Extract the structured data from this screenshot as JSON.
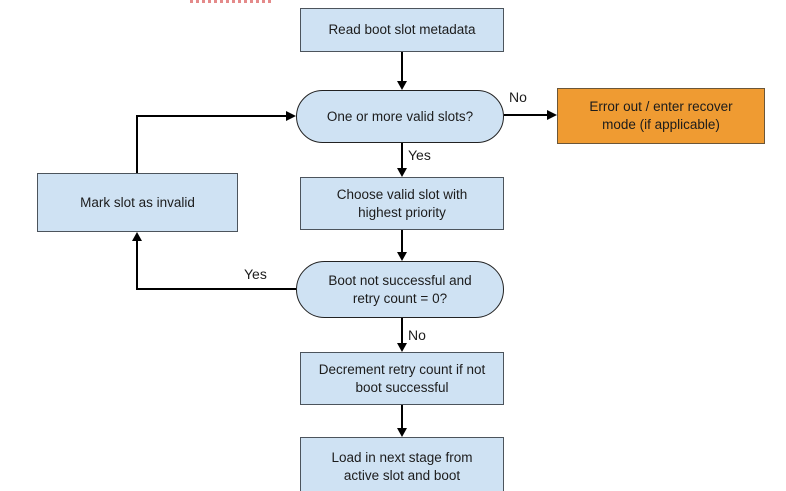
{
  "diagram": {
    "nodes": {
      "read_metadata": {
        "label": "Read boot slot metadata"
      },
      "valid_slots": {
        "label": "One or more valid slots?"
      },
      "error_out": {
        "label": "Error out / enter recover mode (if applicable)"
      },
      "choose_slot": {
        "label": "Choose valid slot with highest priority"
      },
      "boot_check": {
        "label": "Boot not successful and retry count = 0?"
      },
      "mark_invalid": {
        "label": "Mark slot as invalid"
      },
      "decrement": {
        "label": "Decrement retry count if not boot successful"
      },
      "load_stage": {
        "label": "Load in next stage from active slot and boot"
      }
    },
    "edge_labels": {
      "no_to_error": "No",
      "yes_to_choose": "Yes",
      "yes_to_invalid": "Yes",
      "no_to_decrement": "No"
    },
    "colors": {
      "process_fill": "#cfe2f3",
      "process_border": "#4c545c",
      "decision_border": "#222222",
      "error_fill": "#ef9b32",
      "error_border": "#6b5638",
      "arrow_color": "#000000",
      "artifact_red": "#e48a8a"
    }
  }
}
